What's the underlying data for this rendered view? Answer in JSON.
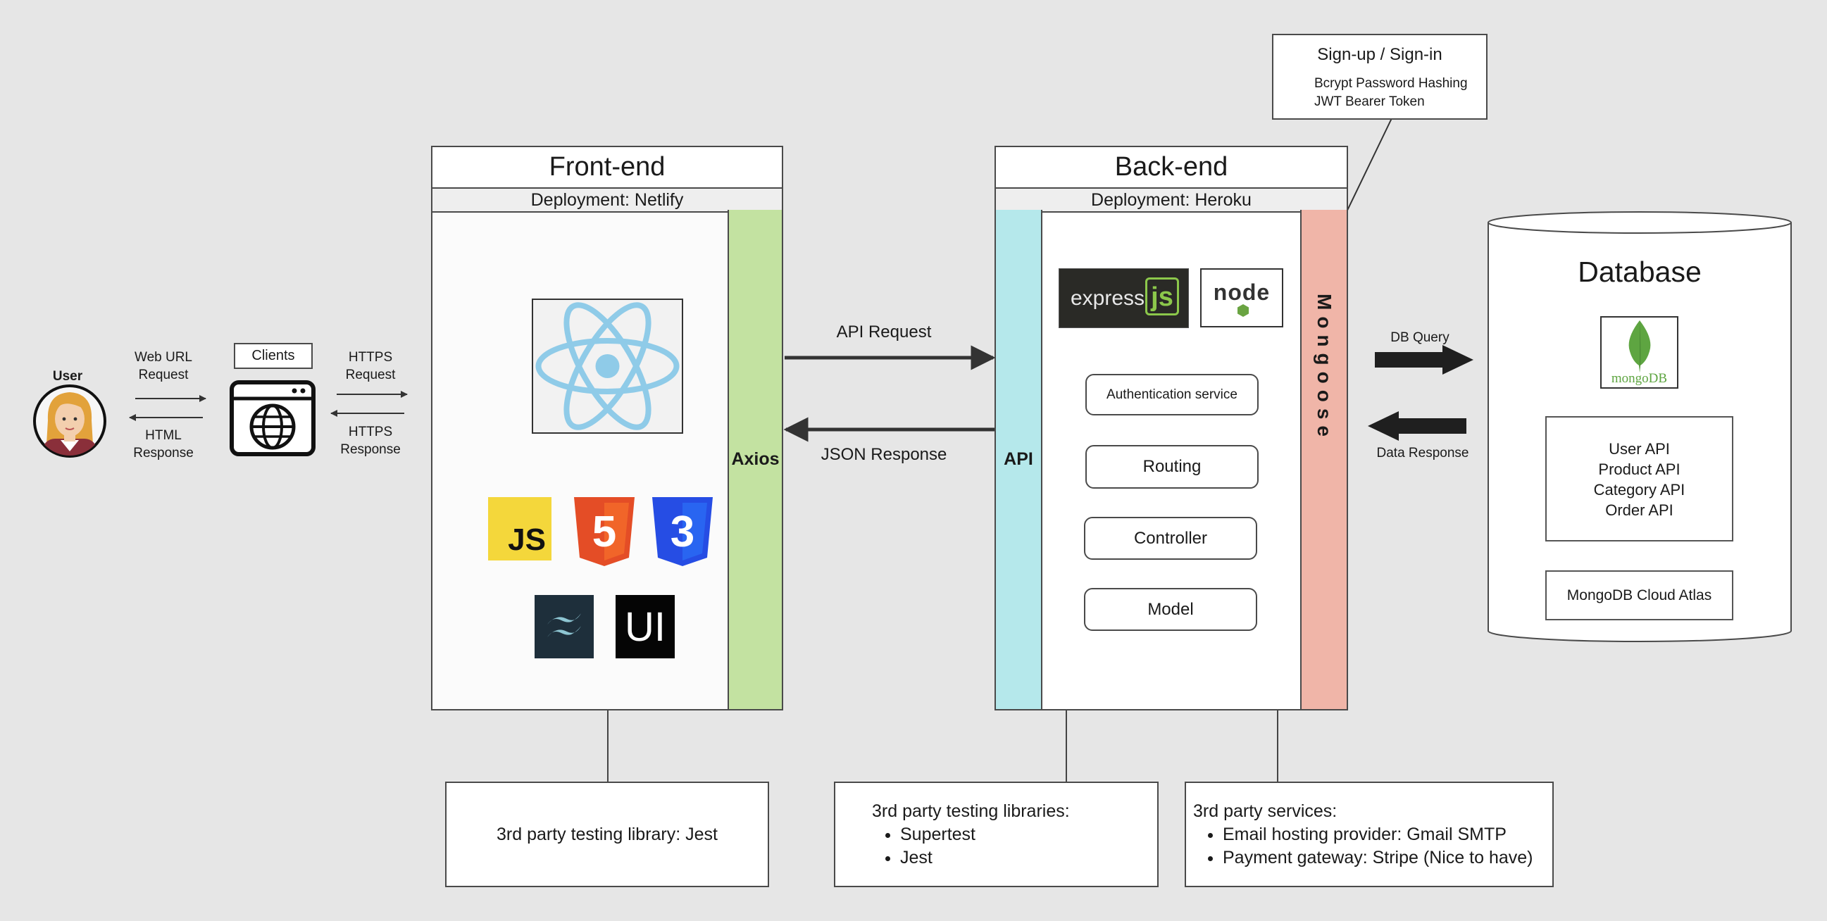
{
  "user": {
    "label": "User",
    "skin": "#f3cfae",
    "hair": "#e2a23b"
  },
  "clients": {
    "label": "Clients"
  },
  "flows": {
    "web_url_request": "Web URL\nRequest",
    "html_response": "HTML\nResponse",
    "https_request": "HTTPS\nRequest",
    "https_response": "HTTPS\nResponse",
    "api_request": "API Request",
    "json_response": "JSON Response",
    "db_query": "DB Query",
    "data_response": "Data Response"
  },
  "frontend": {
    "title": "Front-end",
    "deployment": "Deployment: Netlify",
    "axios_label": "Axios",
    "axios_color": "#c3e2a1",
    "logos": {
      "react": "react-icon",
      "js": "JS",
      "html5": "5",
      "css3": "3",
      "tailwind": "tailwind-icon",
      "mui": "UI"
    },
    "testing_note": "3rd party testing library: Jest"
  },
  "backend": {
    "title": "Back-end",
    "deployment": "Deployment: Heroku",
    "api_label": "API",
    "api_color": "#b5e8eb",
    "mongoose_label": "Mongoose",
    "mongoose_color": "#f0b5a8",
    "express_logo_text": "express",
    "express_logo_js": "js",
    "node_logo_text": "node",
    "services": {
      "auth": "Authentication service",
      "routing": "Routing",
      "controller": "Controller",
      "model": "Model"
    },
    "testing_note": {
      "heading": "3rd party testing libraries:",
      "items": [
        "Supertest",
        "Jest"
      ]
    },
    "services_note": {
      "heading": "3rd party services:",
      "items": [
        "Email hosting provider: Gmail SMTP",
        "Payment gateway: Stripe (Nice to have)"
      ]
    }
  },
  "auth_callout": {
    "title": "Sign-up / Sign-in",
    "line1": "Bcrypt Password Hashing",
    "line2": "JWT Bearer Token"
  },
  "database": {
    "title": "Database",
    "mongodb_logo": "mongoDB",
    "apis": [
      "User API",
      "Product API",
      "Category API",
      "Order API"
    ],
    "hosting": "MongoDB Cloud Atlas"
  }
}
